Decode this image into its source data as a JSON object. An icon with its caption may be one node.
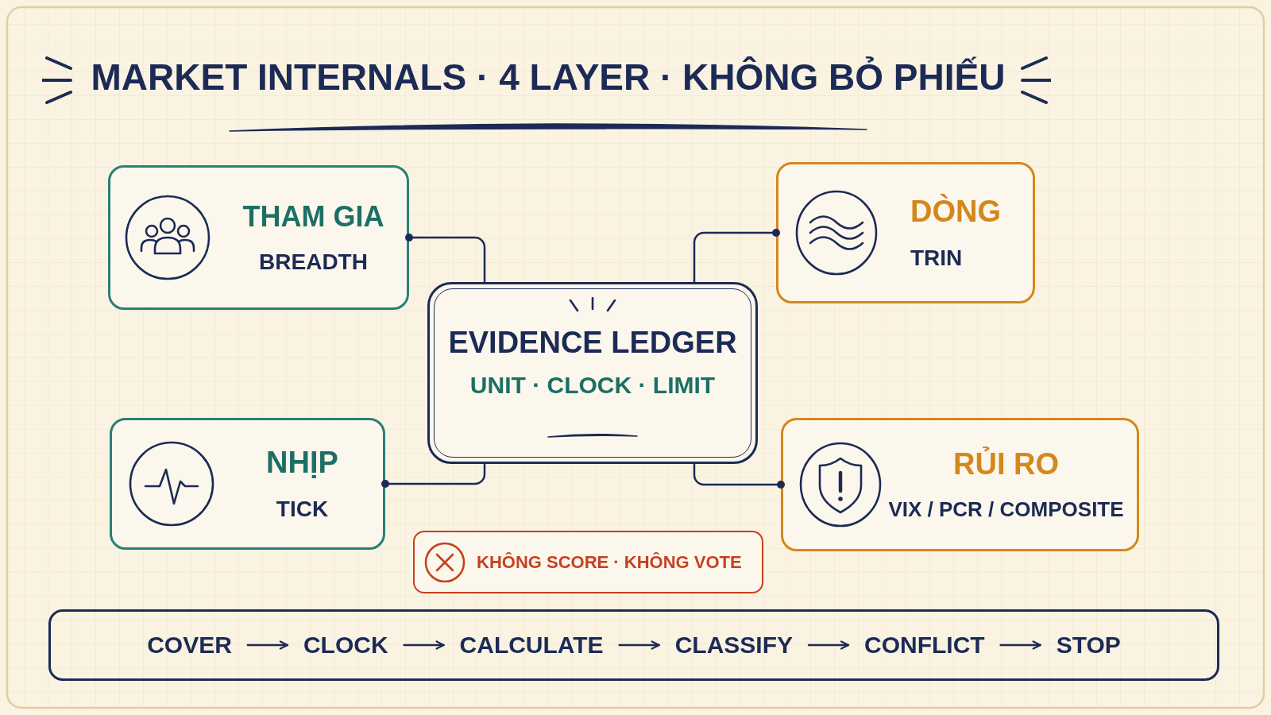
{
  "diagram": {
    "title": "MARKET INTERNALS · 4 LAYER · KHÔNG BỎ PHIẾU",
    "nodes": [
      {
        "text": [
          "THAM GIA",
          "BREADTH"
        ]
      },
      {
        "text": [
          "DÒNG",
          "TRIN"
        ]
      },
      {
        "text": [
          "EVIDENCE LEDGER",
          "UNIT · CLOCK · LIMIT"
        ]
      },
      {
        "text": [
          "NHỊP",
          "TICK"
        ]
      },
      {
        "text": [
          "RỦI RO",
          "VIX / PCR / COMPOSITE"
        ]
      },
      {
        "text": [
          "KHÔNG SCORE · KHÔNG VOTE"
        ]
      },
      {
        "text": [],
        "shape": "box"
      },
      {
        "text": [
          "COVER"
        ],
        "in": 6
      },
      {
        "text": [
          "CLOCK"
        ],
        "in": 6
      },
      {
        "text": [
          "CALCULATE"
        ],
        "in": 6
      },
      {
        "text": [
          "CLASSIFY"
        ],
        "in": 6
      },
      {
        "text": [
          "CONFLICT"
        ],
        "in": 6
      },
      {
        "text": [
          "STOP"
        ],
        "in": 6
      }
    ],
    "edges": [
      {
        "from": 0,
        "to": 2,
        "arrow": "other"
      },
      {
        "from": 1,
        "to": 2,
        "arrow": "other"
      },
      {
        "from": 3,
        "to": 2,
        "arrow": "other"
      },
      {
        "from": 4,
        "to": 2,
        "arrow": "other"
      },
      {
        "from": 7,
        "to": 8,
        "arrow": "to"
      },
      {
        "from": 8,
        "to": 9,
        "arrow": "to"
      },
      {
        "from": 9,
        "to": 10,
        "arrow": "to"
      },
      {
        "from": 10,
        "to": 11,
        "arrow": "to"
      },
      {
        "from": 11,
        "to": 12,
        "arrow": "to"
      }
    ]
  }
}
